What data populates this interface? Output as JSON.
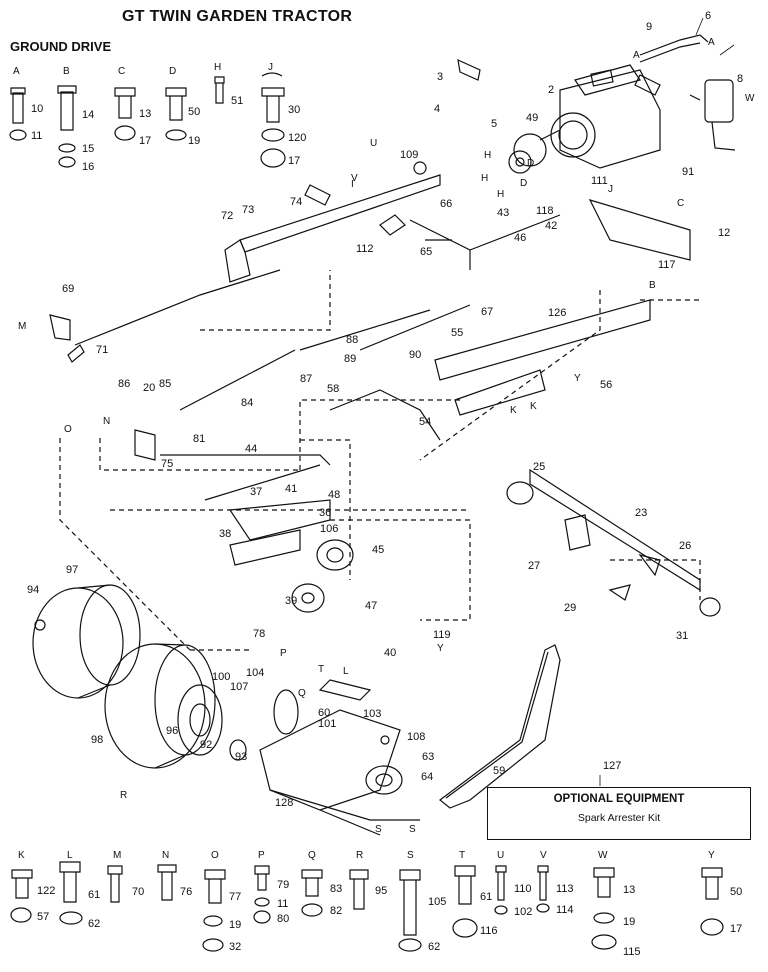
{
  "title": "GT TWIN GARDEN TRACTOR",
  "subtitle": "GROUND DRIVE",
  "optional_box": {
    "heading": "OPTIONAL EQUIPMENT",
    "item": "Spark Arrester Kit",
    "ref": "127"
  },
  "fastener_keys": [
    {
      "letter": "A",
      "parts": [
        "10",
        "11"
      ]
    },
    {
      "letter": "B",
      "parts": [
        "14",
        "15",
        "16"
      ]
    },
    {
      "letter": "C",
      "parts": [
        "13",
        "17"
      ]
    },
    {
      "letter": "D",
      "parts": [
        "50",
        "19"
      ]
    },
    {
      "letter": "H",
      "parts": [
        "51"
      ]
    },
    {
      "letter": "J",
      "parts": [
        "30",
        "120",
        "17"
      ]
    },
    {
      "letter": "K",
      "parts": [
        "122",
        "57"
      ]
    },
    {
      "letter": "L",
      "parts": [
        "61",
        "62"
      ]
    },
    {
      "letter": "M",
      "parts": [
        "70"
      ]
    },
    {
      "letter": "N",
      "parts": [
        "76"
      ]
    },
    {
      "letter": "O",
      "parts": [
        "77",
        "19",
        "32"
      ]
    },
    {
      "letter": "P",
      "parts": [
        "79",
        "11",
        "80"
      ]
    },
    {
      "letter": "Q",
      "parts": [
        "83",
        "82"
      ]
    },
    {
      "letter": "R",
      "parts": [
        "95"
      ]
    },
    {
      "letter": "S",
      "parts": [
        "105",
        "62"
      ]
    },
    {
      "letter": "T",
      "parts": [
        "61",
        "116"
      ]
    },
    {
      "letter": "U",
      "parts": [
        "110",
        "102"
      ]
    },
    {
      "letter": "V",
      "parts": [
        "113",
        "114"
      ]
    },
    {
      "letter": "W",
      "parts": [
        "13",
        "19",
        "115"
      ]
    },
    {
      "letter": "Y",
      "parts": [
        "50",
        "17"
      ]
    }
  ],
  "callouts": [
    "2",
    "3",
    "4",
    "5",
    "6",
    "8",
    "9",
    "12",
    "20",
    "23",
    "25",
    "26",
    "27",
    "29",
    "31",
    "36",
    "37",
    "38",
    "39",
    "40",
    "41",
    "42",
    "43",
    "44",
    "45",
    "46",
    "47",
    "48",
    "49",
    "54",
    "55",
    "56",
    "58",
    "59",
    "60",
    "63",
    "64",
    "65",
    "66",
    "67",
    "69",
    "71",
    "72",
    "73",
    "74",
    "75",
    "78",
    "81",
    "84",
    "85",
    "86",
    "87",
    "88",
    "89",
    "90",
    "91",
    "92",
    "93",
    "94",
    "96",
    "97",
    "98",
    "100",
    "101",
    "103",
    "104",
    "106",
    "107",
    "108",
    "109",
    "111",
    "112",
    "117",
    "118",
    "119",
    "126",
    "127",
    "128"
  ],
  "letter_refs": [
    "A",
    "A",
    "B",
    "C",
    "D",
    "D",
    "H",
    "H",
    "H",
    "I",
    "J",
    "K",
    "K",
    "L",
    "M",
    "N",
    "O",
    "P",
    "S",
    "S",
    "T",
    "U",
    "V",
    "W",
    "Y",
    "Y",
    "R",
    "Q"
  ]
}
